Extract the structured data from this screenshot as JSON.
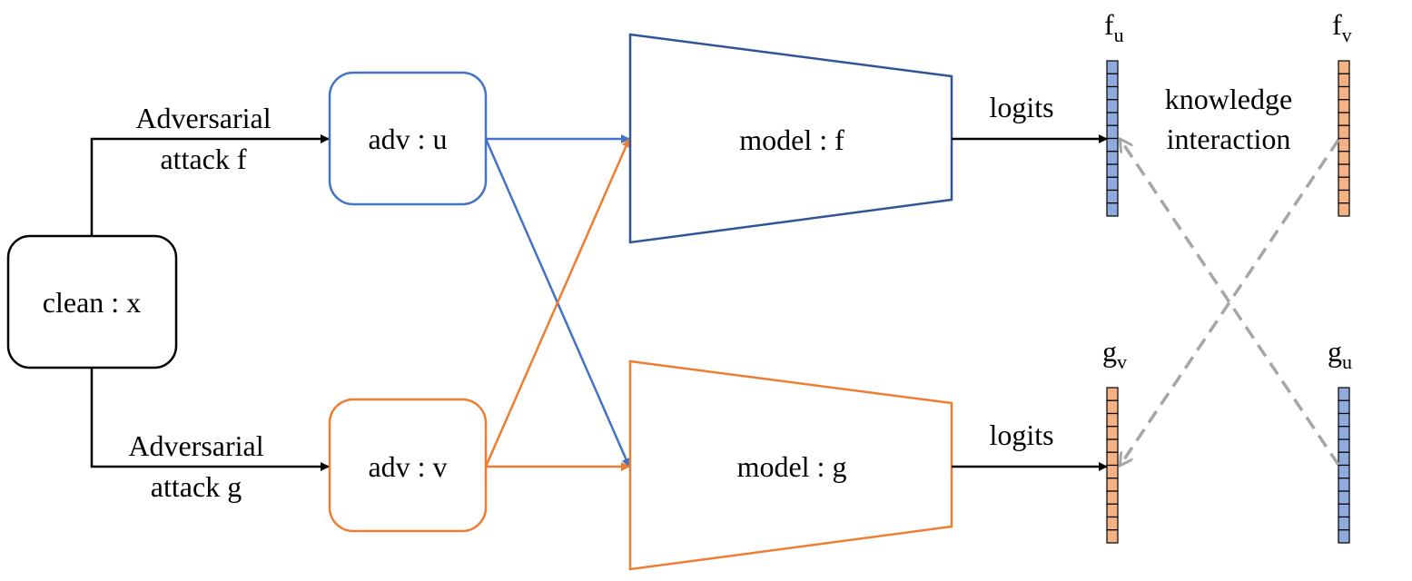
{
  "clean": {
    "label": "clean : x"
  },
  "adv_u": {
    "label": "adv : u"
  },
  "adv_v": {
    "label": "adv : v"
  },
  "attack_f": {
    "line1": "Adversarial",
    "line2": "attack f"
  },
  "attack_g": {
    "line1": "Adversarial",
    "line2": "attack g"
  },
  "model_f": {
    "label": "model : f"
  },
  "model_g": {
    "label": "model : g"
  },
  "logits_top": "logits",
  "logits_bottom": "logits",
  "vec_fu": {
    "base": "f",
    "sub": "u"
  },
  "vec_fv": {
    "base": "f",
    "sub": "v"
  },
  "vec_gv": {
    "base": "g",
    "sub": "v"
  },
  "vec_gu": {
    "base": "g",
    "sub": "u"
  },
  "knowledge": {
    "line1": "knowledge",
    "line2": "interaction"
  },
  "colors": {
    "blue_stroke": "#4472C4",
    "navy_stroke": "#2F5597",
    "orange_stroke": "#ED7D31",
    "blue_fill": "#8FAADC",
    "orange_fill": "#F4B183",
    "dashed": "#A6A6A6",
    "black": "#000000"
  },
  "vector_cells": 12
}
